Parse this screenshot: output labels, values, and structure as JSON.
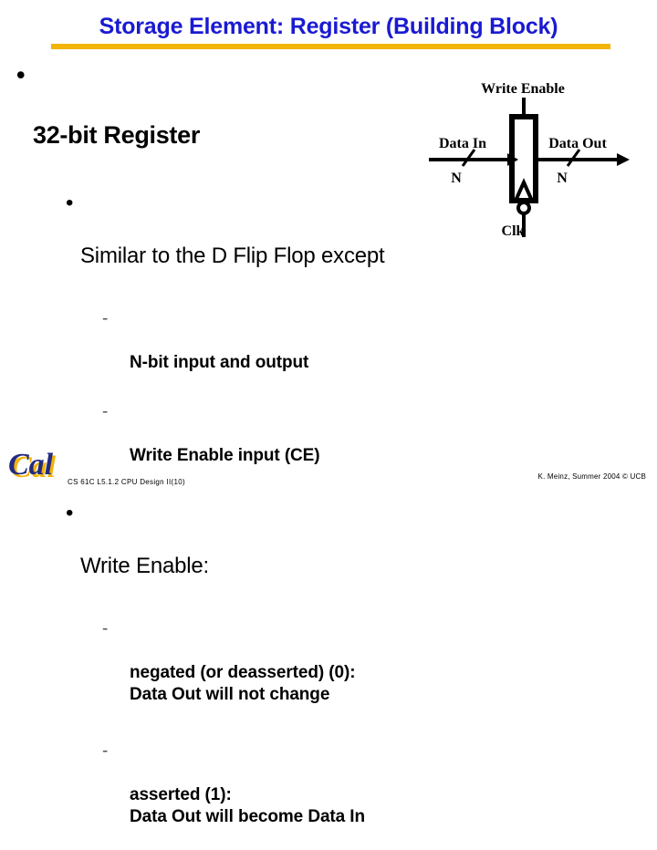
{
  "slide": {
    "title": "Storage Element: Register (Building Block)",
    "rule_color": "#f2b30a",
    "title_color": "#1a1ad2"
  },
  "bullets": {
    "b1": {
      "mark": "•",
      "text": "32-bit Register"
    },
    "b2": {
      "mark": "•",
      "text": "Similar to the D Flip Flop except"
    },
    "b3": {
      "mark": "-",
      "text": "N-bit input and output"
    },
    "b4": {
      "mark": "-",
      "text": "Write Enable input (CE)"
    },
    "b5": {
      "mark": "•",
      "text": "Write Enable:"
    },
    "b6": {
      "mark": "-",
      "text": "negated (or deasserted)  (0):\nData Out will not change"
    },
    "b7": {
      "mark": "-",
      "text": "asserted (1):\nData Out will become Data In"
    }
  },
  "diagram": {
    "name": "register-block-diagram",
    "write_enable_label": "Write Enable",
    "data_in_label": "Data In",
    "data_out_label": "Data Out",
    "bus_width_in": "N",
    "bus_width_out": "N",
    "clock_label": "Clk",
    "line_color": "#000000"
  },
  "footer": {
    "logo_text": "Cal",
    "logo_color": "#232a7f",
    "logo_shadow_color": "#f2b30a",
    "center": "CS 61C L5.1.2 CPU Design II(10)",
    "right": "K. Meinz, Summer 2004 © UCB"
  }
}
